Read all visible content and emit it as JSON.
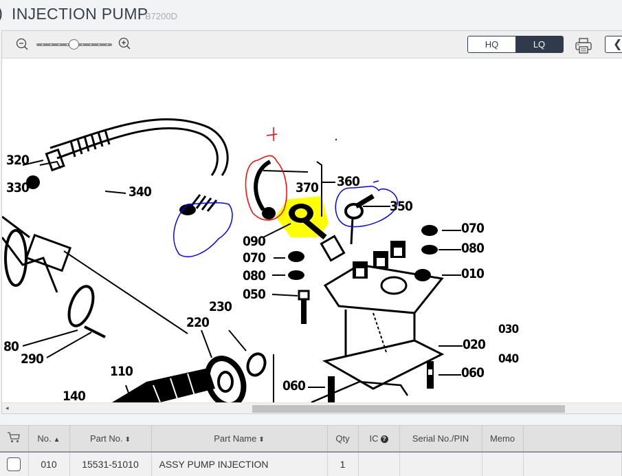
{
  "header": {
    "paren": ")",
    "title": "INJECTION PUMP",
    "model": "B7200D"
  },
  "toolbar": {
    "zoom_out_icon": "zoom-out-icon",
    "zoom_in_icon": "zoom-in-icon",
    "zoom_level_fraction": 0.5,
    "quality_options": [
      "HQ",
      "LQ"
    ],
    "quality_selected": "LQ",
    "print_icon": "printer-icon",
    "collapse_icon": "chevron-left-icon",
    "collapse_glyph": "❮"
  },
  "diagram": {
    "labels": [
      "320",
      "330",
      "340",
      "370",
      "360",
      "350",
      "090",
      "070",
      "080",
      "050",
      "070",
      "080",
      "010",
      "230",
      "220",
      "80",
      "290",
      "110",
      "140",
      "020",
      "030",
      "040",
      "060",
      "060"
    ],
    "annotations": [
      {
        "shape": "circle",
        "color": "#ff0000",
        "target": "hose clamp near 370"
      },
      {
        "shape": "circle",
        "color": "#0000ff",
        "target": "350"
      },
      {
        "shape": "circle",
        "color": "#0000ff",
        "target": "340 fitting"
      },
      {
        "shape": "highlight",
        "color": "#ffff00",
        "target": "370"
      }
    ],
    "scroll_left_glyph": "◂"
  },
  "table": {
    "headers": {
      "cart_icon": "cart-icon",
      "no": "No.",
      "part_no": "Part No.",
      "part_name": "Part Name",
      "qty": "Qty",
      "ic": "IC",
      "serial": "Serial No./PIN",
      "memo": "Memo"
    },
    "sort_asc": "▲",
    "sort_both": "⬍",
    "help_glyph": "?",
    "rows": [
      {
        "no": "010",
        "part_no": "15531-51010",
        "part_name": "ASSY PUMP INJECTION",
        "qty": "1",
        "ic": "",
        "serial": "",
        "memo": ""
      }
    ]
  }
}
